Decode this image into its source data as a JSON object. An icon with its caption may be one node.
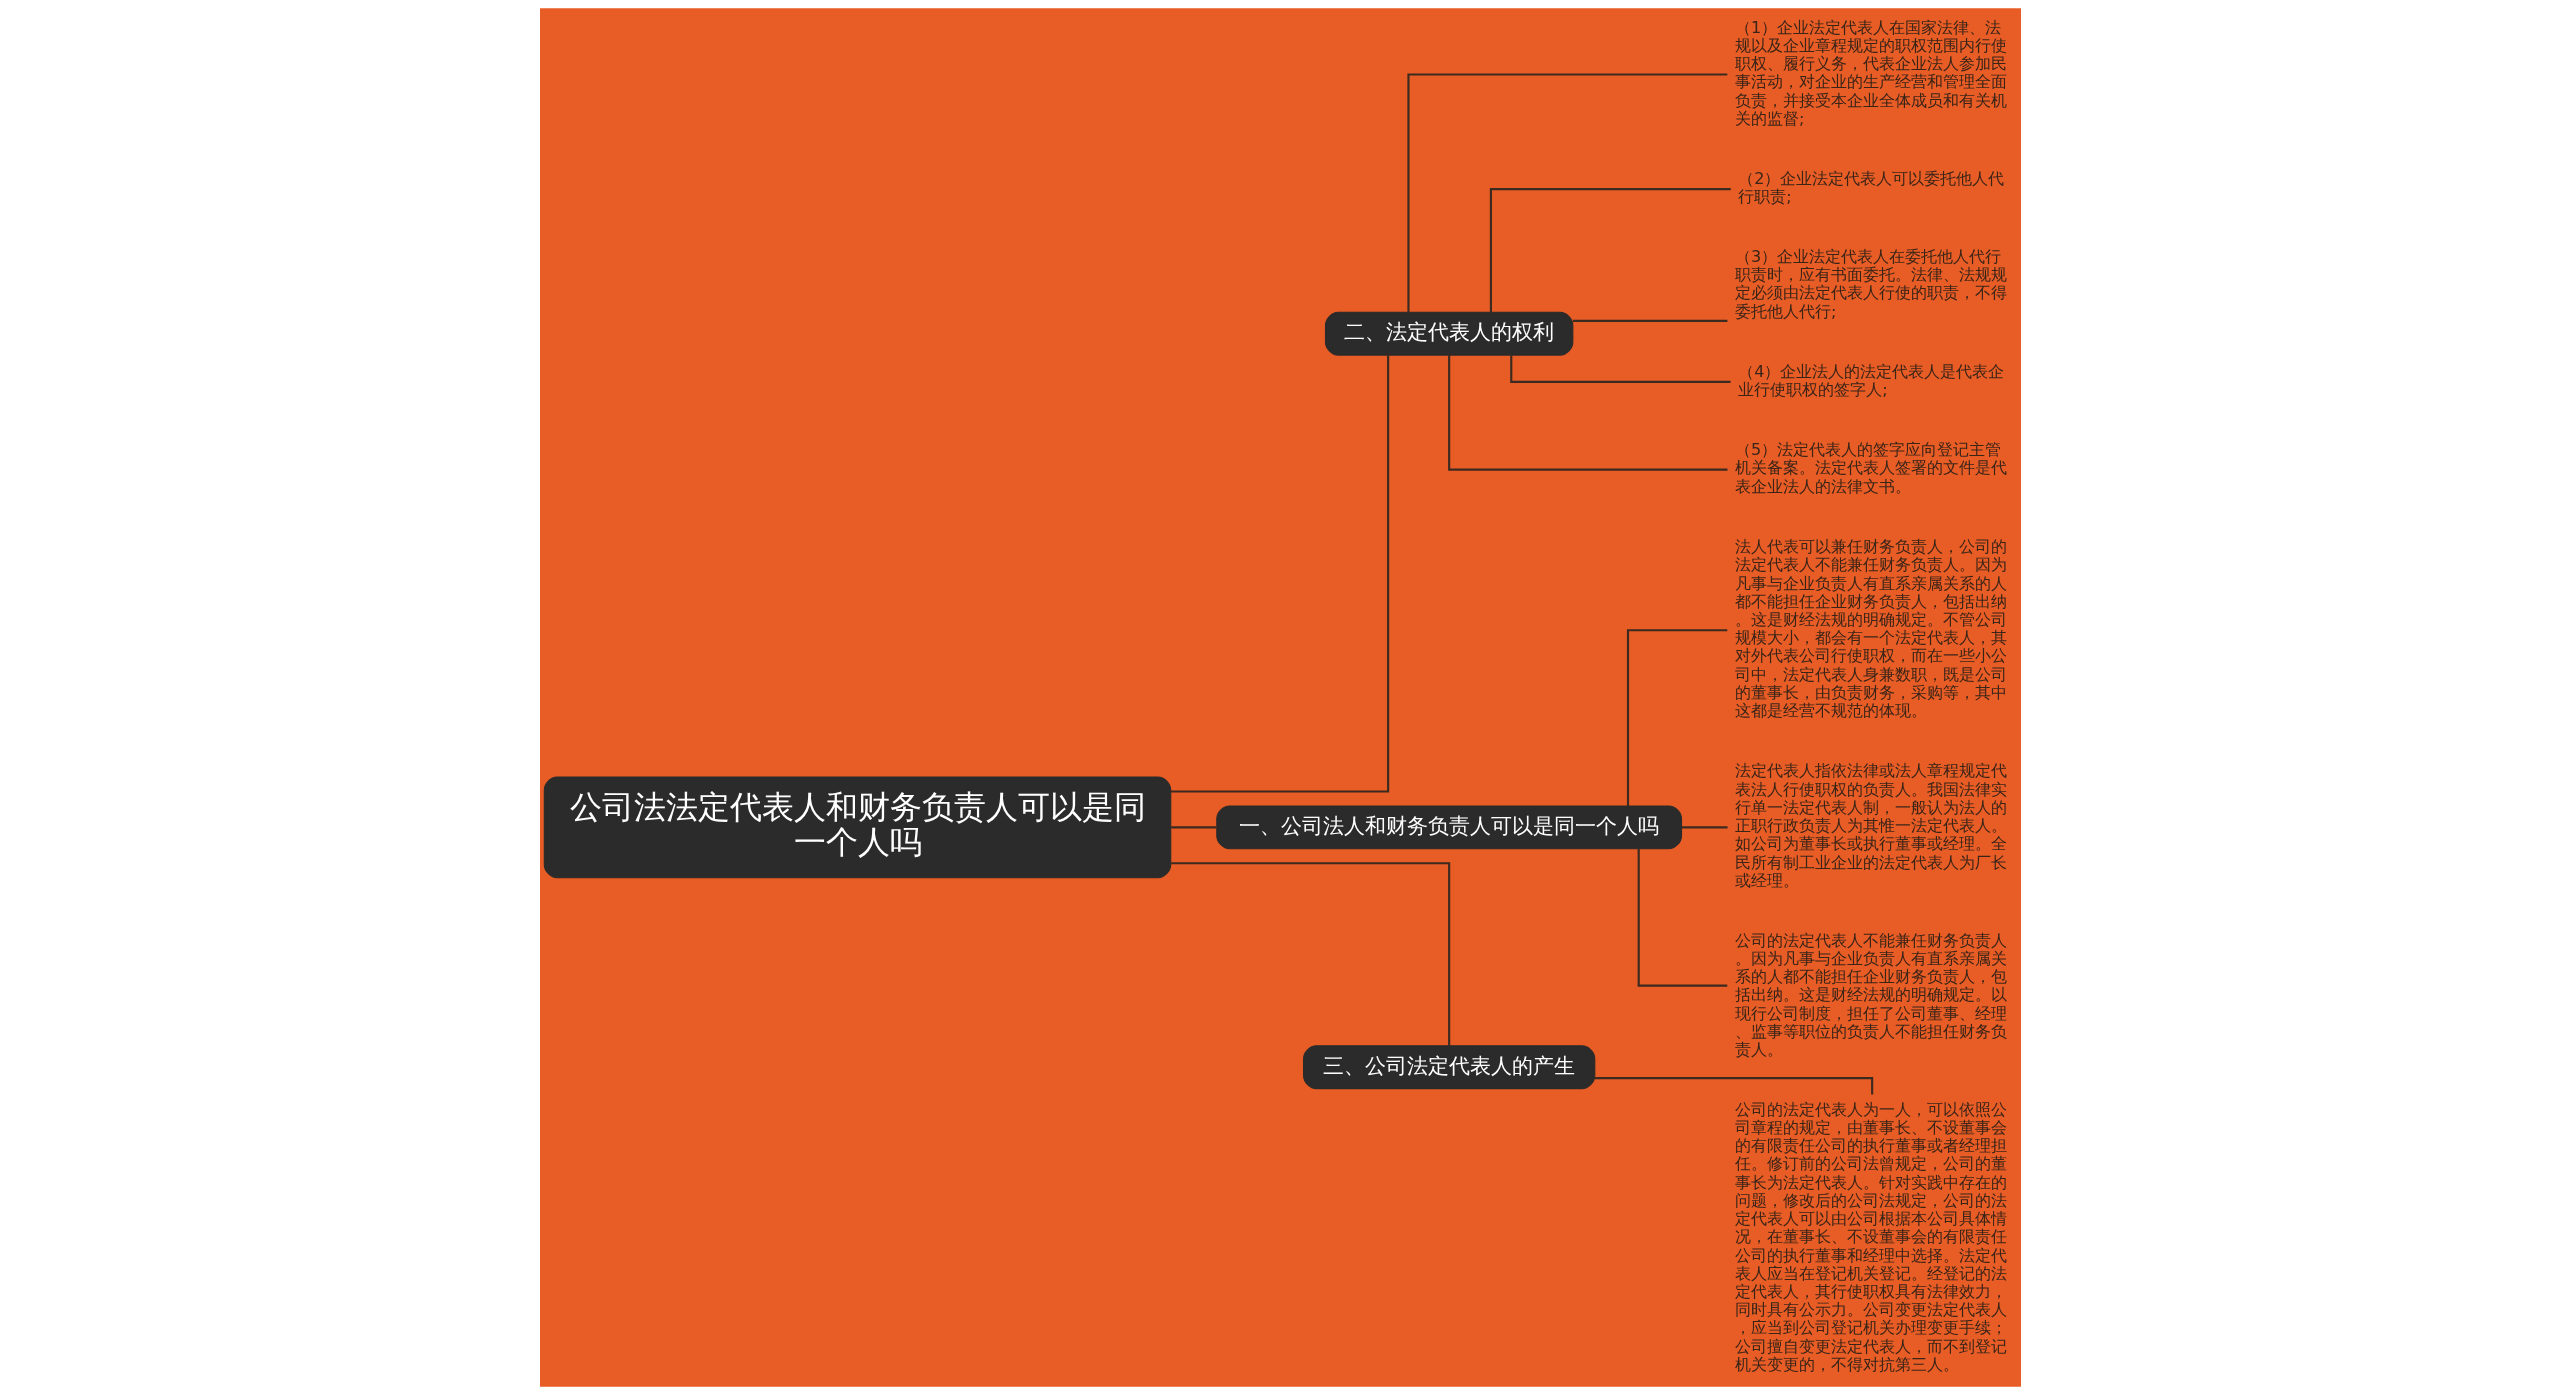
{
  "diagram": {
    "nodes": [
      {
        "text": [
          "公司法法定代表人和财务负责人可以是同一个人吗"
        ]
      },
      {
        "text": [
          "二、法定代表人的权利"
        ]
      },
      {
        "text": [
          "（1）企业法定代表人在国家法律、法规以及企业章程规定的职权范围内行使职权、履行义务，代表企业法人参加民事活动，对企业的生产经营和管理全面负责，并接受本企业全体成员和有关机关的监督;"
        ]
      },
      {
        "text": [
          "（2）企业法定代表人可以委托他人代行职责;"
        ]
      },
      {
        "text": [
          "（3）企业法定代表人在委托他人代行职责时，应有书面委托。法律、法规规定必须由法定代表人行使的职责，不得委托他人代行;"
        ]
      },
      {
        "text": [
          "（4）企业法人的法定代表人是代表企业行使职权的签字人;"
        ]
      },
      {
        "text": [
          "（5）法定代表人的签字应向登记主管机关备案。法定代表人签署的文件是代表企业法人的法律文书。"
        ]
      },
      {
        "text": [
          "一、公司法人和财务负责人可以是同一个人吗"
        ]
      },
      {
        "text": [
          "法人代表可以兼任财务负责人，公司的法定代表人不能兼任财务负责人。因为凡事与企业负责人有直系亲属关系的人都不能担任企业财务负责人，包括出纳。这是财经法规的明确规定。不管公司规模大小，都会有一个法定代表人，其对外代表公司行使职权，而在一些小公司中，法定代表人身兼数职，既是公司的董事长，由负责财务，采购等，其中这都是经营不规范的体现。"
        ]
      },
      {
        "text": [
          "法定代表人指依法律或法人章程规定代表法人行使职权的负责人。我国法律实行单一法定代表人制，一般认为法人的正职行政负责人为其惟一法定代表人。如公司为董事长或执行董事或经理。全民所有制工业企业的法定代表人为厂长或经理。"
        ]
      },
      {
        "text": [
          "公司的法定代表人不能兼任财务负责人。因为凡事与企业负责人有直系亲属关系的人都不能担任企业财务负责人，包括出纳。这是财经法规的明确规定。以现行公司制度，担任了公司董事、经理、监事等职位的负责人不能担任财务负责人。"
        ]
      },
      {
        "text": [
          "三、公司法定代表人的产生"
        ]
      },
      {
        "text": [
          "公司的法定代表人为一人，可以依照公司章程的规定，由董事长、不设董事会的有限责任公司的执行董事或者经理担任。修订前的公司法曾规定，公司的董事长为法定代表人。针对实践中存在的问题，修改后的公司法规定，公司的法定代表人可以由公司根据本公司具体情况，在董事长、不设董事会的有限责任公司的执行董事和经理中选择。法定代表人应当在登记机关登记。经登记的法定代表人，其行使职权具有法律效力，同时具有公示力。公司变更法定代表人，应当到公司登记机关办理变更手续；公司擅自变更法定代表人，而不到登记机关变更的，不得对抗第三人。"
        ]
      }
    ],
    "edges": [
      {
        "from": 0,
        "to": 1,
        "arrow": "none"
      },
      {
        "from": 1,
        "to": 2,
        "arrow": "none"
      },
      {
        "from": 1,
        "to": 3,
        "arrow": "none"
      },
      {
        "from": 1,
        "to": 4,
        "arrow": "none"
      },
      {
        "from": 1,
        "to": 5,
        "arrow": "none"
      },
      {
        "from": 1,
        "to": 6,
        "arrow": "none"
      },
      {
        "from": 0,
        "to": 7,
        "arrow": "none"
      },
      {
        "from": 7,
        "to": 8,
        "arrow": "none"
      },
      {
        "from": 7,
        "to": 9,
        "arrow": "none"
      },
      {
        "from": 7,
        "to": 10,
        "arrow": "none"
      },
      {
        "from": 0,
        "to": 11,
        "arrow": "none"
      },
      {
        "from": 11,
        "to": 12,
        "arrow": "none"
      }
    ]
  }
}
